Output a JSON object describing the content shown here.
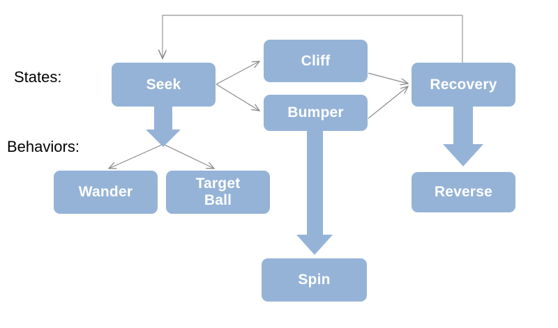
{
  "diagram": {
    "title": "Robot state and behavior diagram",
    "colors": {
      "node_fill": "#95B3D7",
      "node_text": "#FFFFFF",
      "block_arrow": "#95B3D7",
      "thin_connector": "#868686",
      "label_text": "#000000",
      "background": "#FFFFFF"
    },
    "row_labels": [
      {
        "id": "states-label",
        "text": "States:"
      },
      {
        "id": "behaviors-label",
        "text": "Behaviors:"
      }
    ],
    "nodes": [
      {
        "id": "seek",
        "label": "Seek",
        "row": "states"
      },
      {
        "id": "cliff",
        "label": "Cliff",
        "row": "states"
      },
      {
        "id": "bumper",
        "label": "Bumper",
        "row": "states"
      },
      {
        "id": "recovery",
        "label": "Recovery",
        "row": "states"
      },
      {
        "id": "wander",
        "label": "Wander",
        "row": "behaviors"
      },
      {
        "id": "target-ball",
        "label": "Target\nBall",
        "row": "behaviors"
      },
      {
        "id": "spin",
        "label": "Spin",
        "row": "behaviors"
      },
      {
        "id": "reverse",
        "label": "Reverse",
        "row": "behaviors"
      }
    ],
    "edges": [
      {
        "id": "seek-to-cliff",
        "from": "seek",
        "to": "cliff",
        "style": "thin-arrow"
      },
      {
        "id": "seek-to-bumper",
        "from": "seek",
        "to": "bumper",
        "style": "thin-arrow"
      },
      {
        "id": "cliff-to-recovery",
        "from": "cliff",
        "to": "recovery",
        "style": "thin-arrow"
      },
      {
        "id": "bumper-to-recovery",
        "from": "bumper",
        "to": "recovery",
        "style": "thin-arrow"
      },
      {
        "id": "recovery-to-seek",
        "from": "recovery",
        "to": "seek",
        "style": "thin-arrow-loop"
      },
      {
        "id": "seek-to-wander",
        "from": "seek",
        "to": "wander",
        "style": "thin-arrow"
      },
      {
        "id": "seek-to-target-ball",
        "from": "seek",
        "to": "target-ball",
        "style": "thin-arrow"
      },
      {
        "id": "seek-block-down",
        "from": "seek",
        "to": "behaviors",
        "style": "block-arrow"
      },
      {
        "id": "bumper-to-spin",
        "from": "bumper",
        "to": "spin",
        "style": "block-arrow"
      },
      {
        "id": "recovery-to-reverse",
        "from": "recovery",
        "to": "reverse",
        "style": "block-arrow"
      }
    ]
  }
}
